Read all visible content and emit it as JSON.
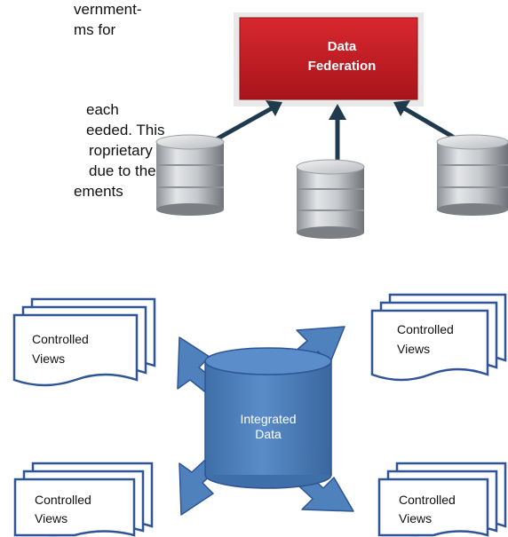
{
  "text_fragments": [
    "vernment-",
    "ms for",
    "each",
    "eeded.  This",
    "roprietary",
    "due to the",
    "ements"
  ],
  "federation": {
    "title_line1": "Data",
    "title_line2": "Federation",
    "box_color": "#c8202a",
    "arrow_color": "#1f3a4d"
  },
  "integration": {
    "center_line1": "Integrated",
    "center_line2": "Data",
    "center_color": "#4f81bd",
    "views": [
      {
        "line1": "Controlled",
        "line2": "Views"
      },
      {
        "line1": "Controlled",
        "line2": "Views"
      },
      {
        "line1": "Controlled",
        "line2": "Views"
      },
      {
        "line1": "Controlled",
        "line2": "Views"
      }
    ]
  }
}
